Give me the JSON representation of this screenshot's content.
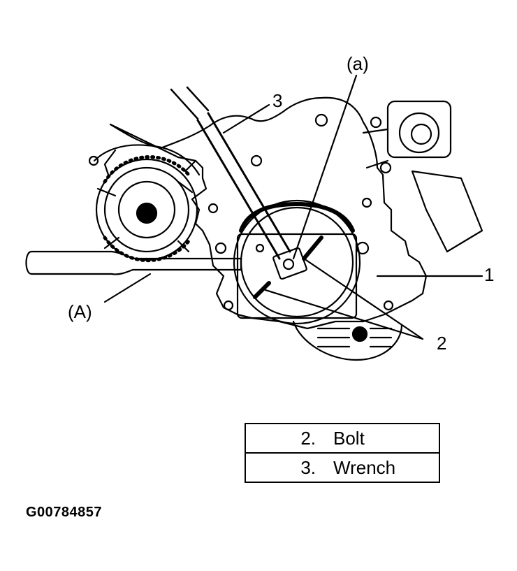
{
  "callouts": {
    "a": "(a)",
    "n3": "3",
    "n1": "1",
    "n2": "2",
    "A": "(A)"
  },
  "legend": [
    {
      "number": "2.",
      "label": "Bolt"
    },
    {
      "number": "3.",
      "label": "Wrench"
    }
  ],
  "figure_id": "G00784857"
}
